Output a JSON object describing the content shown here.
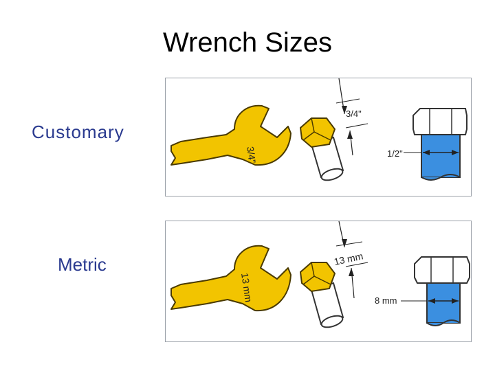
{
  "slide": {
    "title": "Wrench Sizes"
  },
  "rows": [
    {
      "label": "Customary",
      "wrench_marking": "3/4\"",
      "head_dimension": "3/4\"",
      "shank_dimension": "1/2\""
    },
    {
      "label": "Metric",
      "wrench_marking": "13 mm",
      "head_dimension": "13 mm",
      "shank_dimension": "8 mm"
    }
  ],
  "colors": {
    "wrench": "#f2c400",
    "wrench_outline": "#4a3a00",
    "bolt_shank": "#3b8fe0",
    "label_text": "#2a3a8f"
  }
}
